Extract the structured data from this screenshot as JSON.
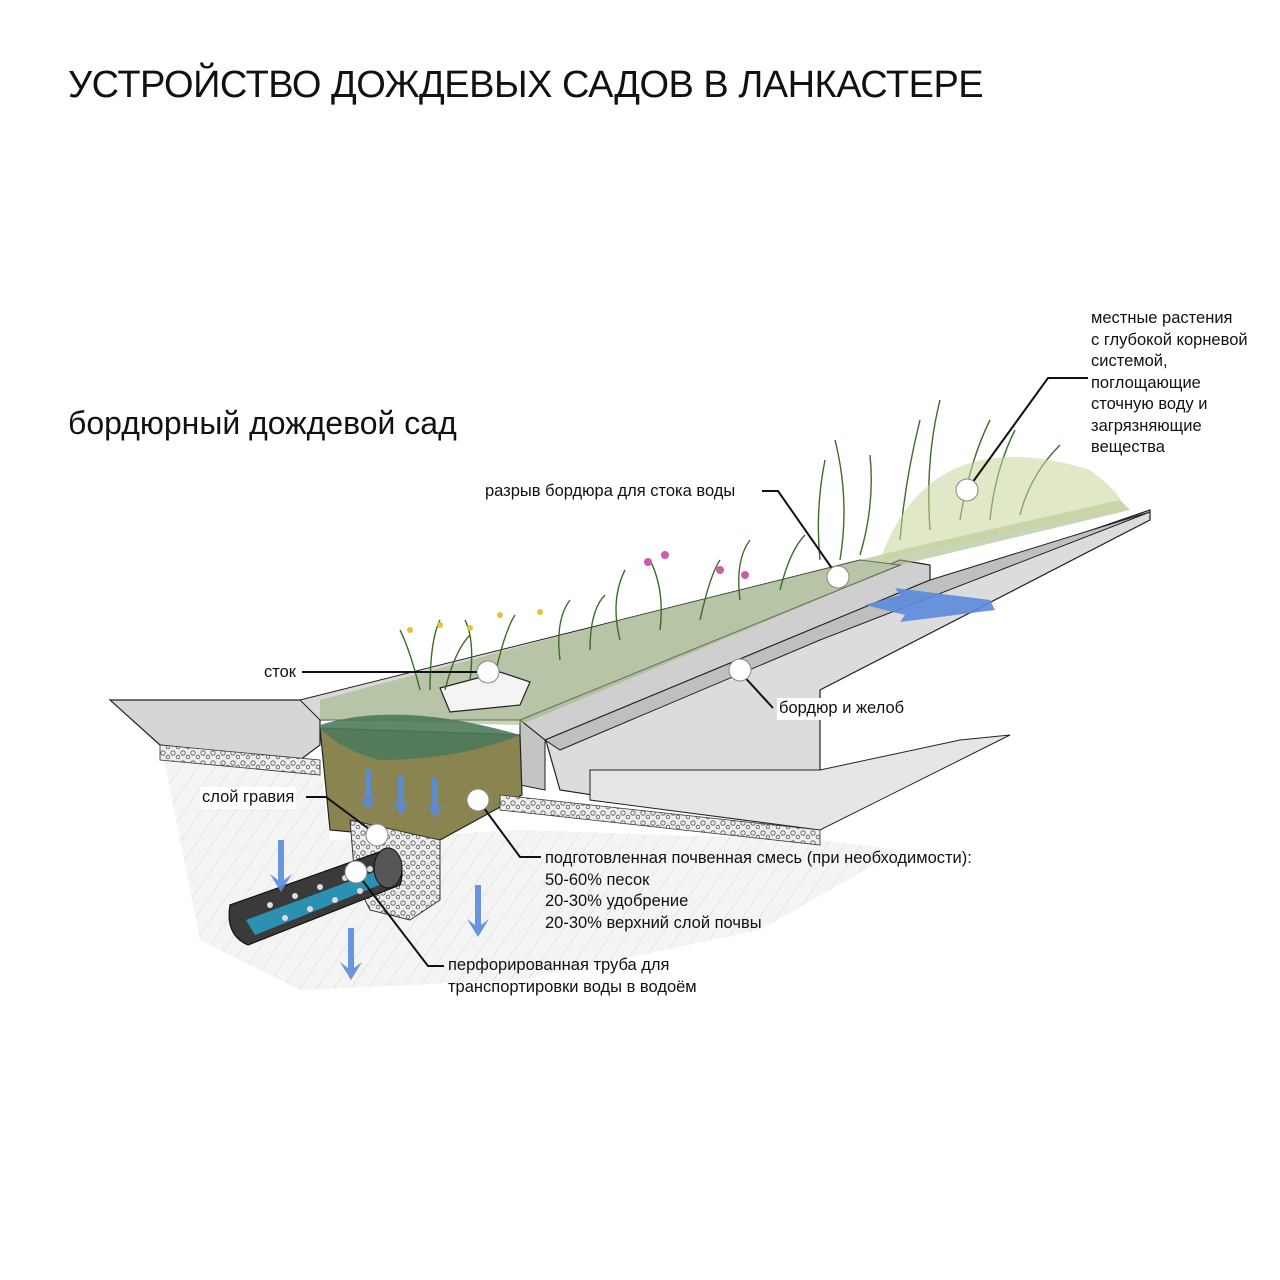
{
  "title": "УСТРОЙСТВО ДОЖДЕВЫХ САДОВ В ЛАНКАСТЕРЕ",
  "subtitle": "бордюрный дождевой сад",
  "colors": {
    "water_arrow": "#4d7fd6",
    "soil": "#8a8450",
    "plants": "#6a9a4a",
    "concrete": "#c9c9c9"
  },
  "labels": {
    "plants": [
      "местные растения",
      "с глубокой корневой",
      "системой,",
      "поглощающие",
      "сточную воду и",
      "загрязняющие",
      "вещества"
    ],
    "curb_cut": "разрыв бордюра для стока воды",
    "drain": "сток",
    "curb_gutter": "бордюр и желоб",
    "gravel": "слой гравия",
    "soil_mix": [
      "подготовленная почвенная смесь (при необходимости):",
      "50-60%  песок",
      "20-30% удобрение",
      "20-30% верхний слой почвы"
    ],
    "pipe": [
      "перфорированная труба для",
      "транспортировки воды в водоём"
    ]
  }
}
